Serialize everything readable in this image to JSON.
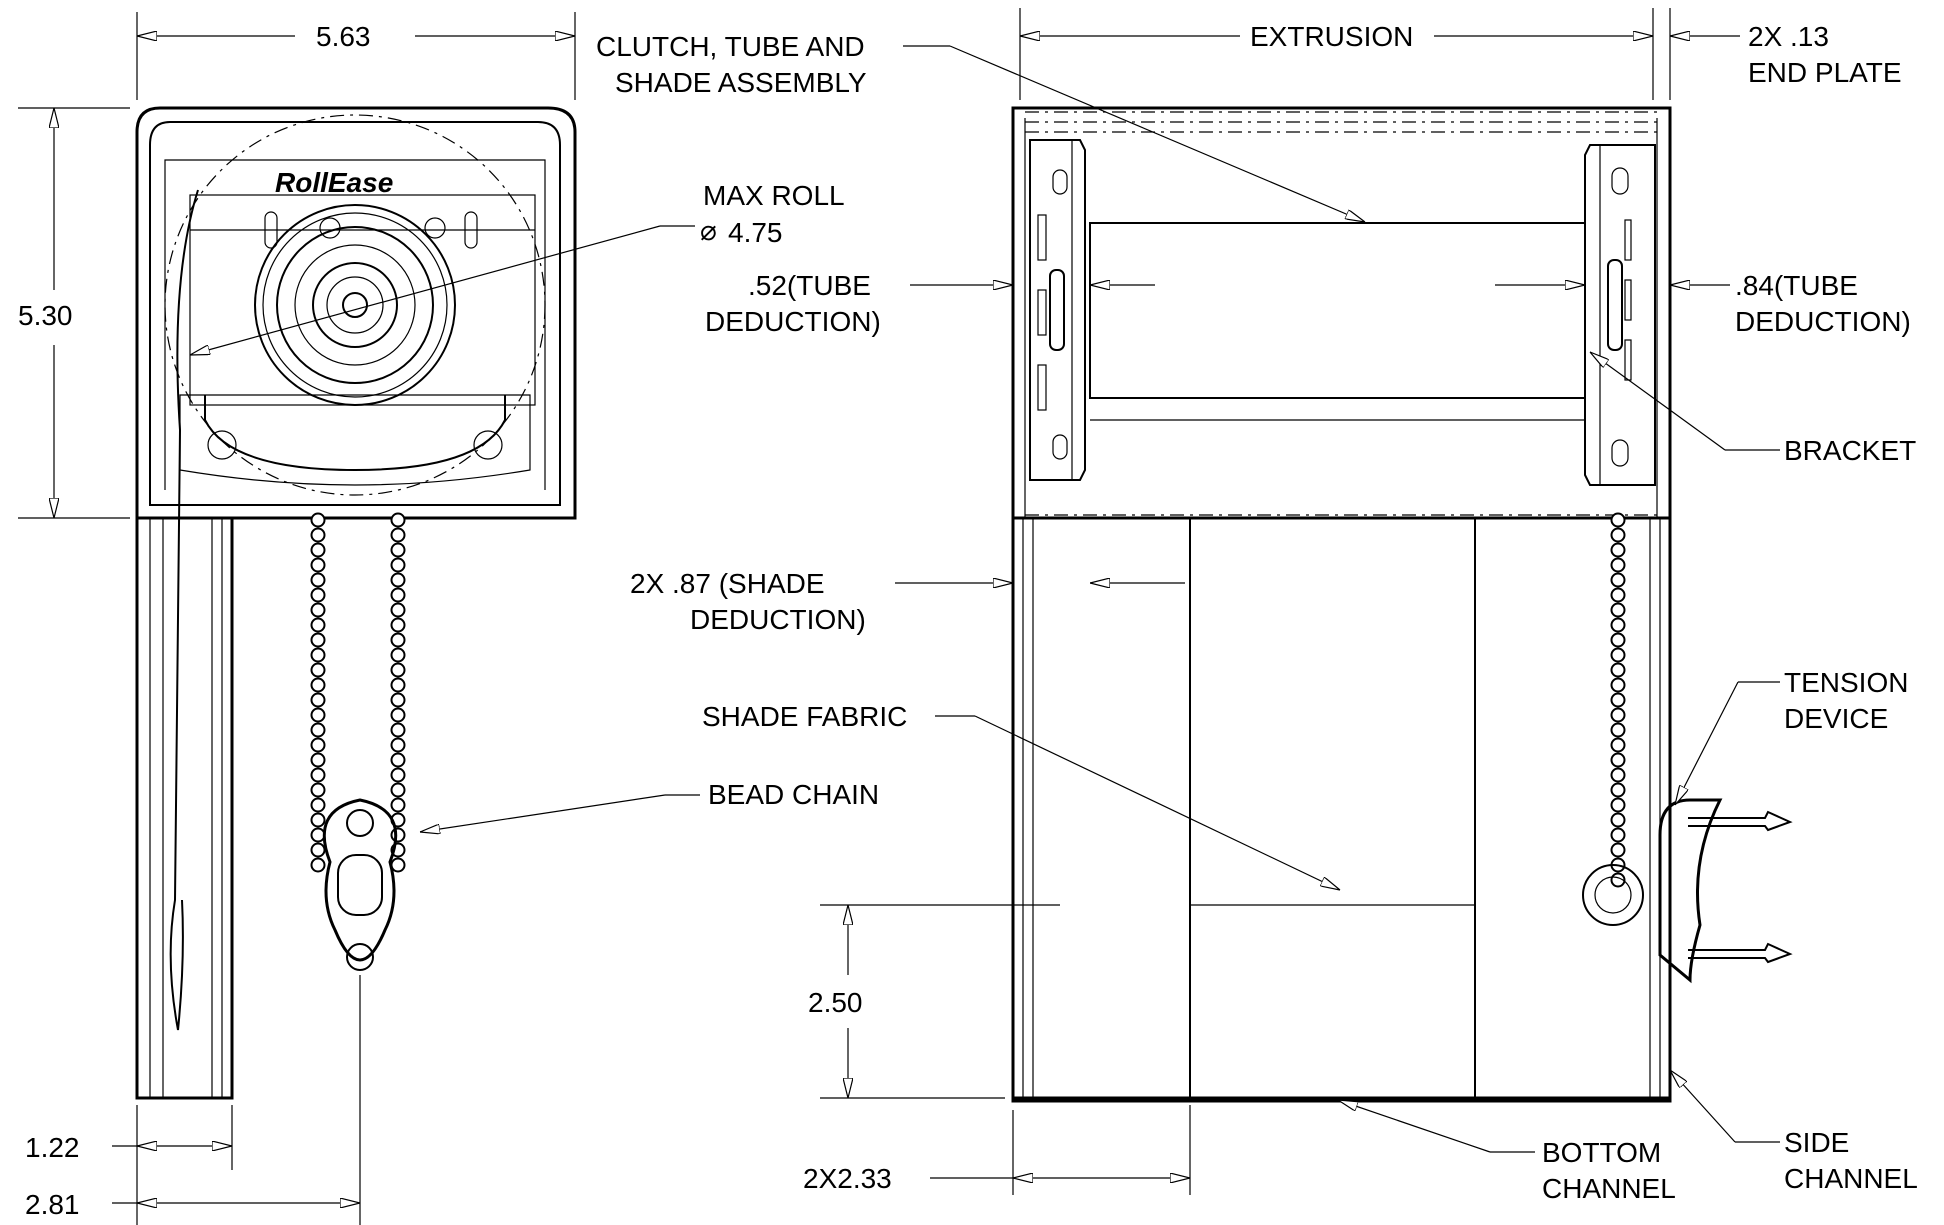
{
  "labels": {
    "width_563": "5.63",
    "height_530": "5.30",
    "max_roll_line1": "MAX ROLL",
    "max_roll_line2": "4.75",
    "tube_left_line1": ".52(TUBE",
    "tube_left_line2": "DEDUCTION)",
    "dim_122": "1.22",
    "dim_281": "2.81",
    "clutch_line1": "CLUTCH, TUBE AND",
    "clutch_line2": "SHADE ASSEMBLY",
    "extrusion": "EXTRUSION",
    "end_plate_line1": "2X .13",
    "end_plate_line2": "END PLATE",
    "tube_right_line1": ".84(TUBE",
    "tube_right_line2": "DEDUCTION)",
    "bracket": "BRACKET",
    "shade_deduction_line1": "2X .87 (SHADE",
    "shade_deduction_line2": "DEDUCTION)",
    "shade_fabric": "SHADE FABRIC",
    "bead_chain": "BEAD CHAIN",
    "tension_line1": "TENSION",
    "tension_line2": "DEVICE",
    "dim_250": "2.50",
    "dim_2x233": "2X2.33",
    "bottom_channel_line1": "BOTTOM",
    "bottom_channel_line2": "CHANNEL",
    "side_channel_line1": "SIDE",
    "side_channel_line2": "CHANNEL",
    "logo_text": "RollEase"
  }
}
